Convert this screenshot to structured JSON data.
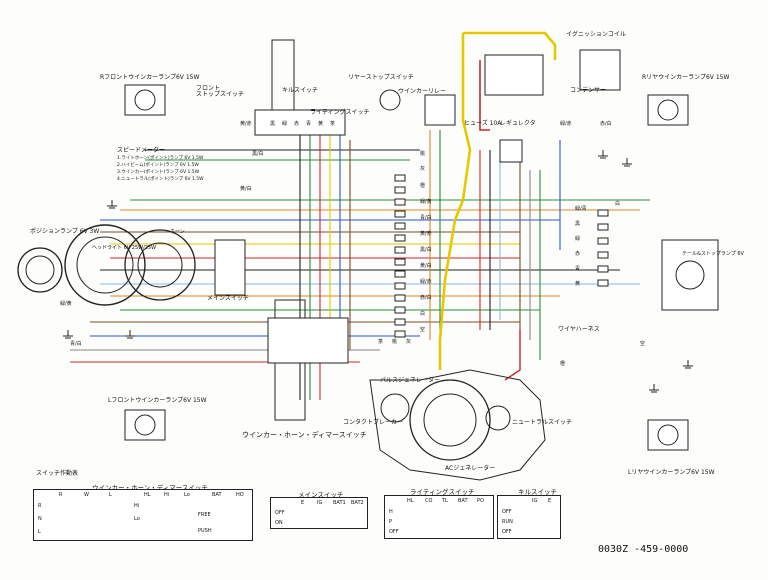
{
  "diagram": {
    "labels": {
      "r_front_winker": "Rフロントウインカーランプ6V 15W",
      "front_stop_switch": "フロント\nストップスイッチ",
      "kill_switch": "キルスイッチ",
      "lighting_switch": "ライティングスイッチ",
      "rear_stop_switch": "リヤーストップスイッチ",
      "winker_relay": "ウインカーリレー",
      "ignition_coil": "イグニッションコイル",
      "r_rear_winker": "Rリヤウインカーランプ6V 15W",
      "condenser": "コンデンサー",
      "fuse": "ヒューズ 10A",
      "rectifier": "レギュレクタ",
      "speedometer": "スピードメーター",
      "speedo_lamp1": "1.ライトホーン(ポイント)ランプ 6V 1.5W",
      "speedo_lamp2": "2.ハイビーム(ポイント)ランプ 6V 1.5W",
      "speedo_lamp3": "3.ウインカー(ポイント)ランプ 6V 1.5W",
      "speedo_lamp4": "4.ニュートラル(ポイント)ランプ 6V 1.5W",
      "position_lamp": "ポジションランプ 6V 3W",
      "headlight": "ヘッドライト 6V 25W/25W",
      "main_switch": "メインスイッチ",
      "tail_stop_lamp": "テール&ストップランプ 6V",
      "wire_harness": "ワイヤハーネス",
      "winker_horn_dimmer_switch": "ウインカー・ホーン・ディマースイッチ",
      "l_front_winker": "Lフロントウインカーランプ6V 15W",
      "neutral_switch": "ニュートラルスイッチ",
      "alternator": "ACジェネレーター",
      "contact_breaker": "コンタクトブレーカー",
      "l_rear_winker": "Lリヤウインカーランプ6V 15W",
      "switch_legend": "スイッチ作動表",
      "pulse_generator": "パルスジェネレーター",
      "horn": "ホーン"
    },
    "code": "0030Z -459-0000",
    "switch_tables": {
      "winker_horn_dimmer": {
        "title": "ウインカー・ホーン・ディマースイッチ",
        "headers": [
          "",
          "R",
          "W",
          "L",
          "HL",
          "Hi",
          "Lo",
          "BAT",
          "HO"
        ],
        "rows": [
          "R",
          "N",
          "L"
        ],
        "states": [
          "Hi",
          "Lo",
          "FREE",
          "PUSH"
        ]
      },
      "main": {
        "title": "メインスイッチ",
        "headers": [
          "",
          "E",
          "IG",
          "BAT1",
          "BAT2"
        ],
        "rows": [
          "OFF",
          "ON"
        ]
      },
      "lighting": {
        "title": "ライティングスイッチ",
        "headers": [
          "",
          "HL",
          "CO",
          "TL",
          "BAT",
          "PO"
        ],
        "rows": [
          "H",
          "P",
          "OFF"
        ]
      },
      "kill": {
        "title": "キルスイッチ",
        "headers": [
          "",
          "IG",
          "E"
        ],
        "rows": [
          "OFF",
          "RUN",
          "OFF"
        ]
      }
    },
    "wire_colors": {
      "yellow": "#e5c800",
      "green": "#2a8a3a",
      "red": "#c62a2a",
      "blue": "#2a58c2",
      "orange": "#d9862a",
      "brown": "#7a4a25",
      "black": "#222222",
      "white_blue": "#8ab8e0",
      "pink": "#d27aa0",
      "gray": "#888888"
    },
    "wire_tags": [
      "黒",
      "緑",
      "赤",
      "青",
      "黄",
      "茶",
      "桃",
      "灰",
      "橙",
      "緑/黄",
      "青/白",
      "黄/赤",
      "黒/白",
      "黄/白",
      "緑/赤",
      "赤/白",
      "白",
      "空",
      "緑/青"
    ]
  }
}
